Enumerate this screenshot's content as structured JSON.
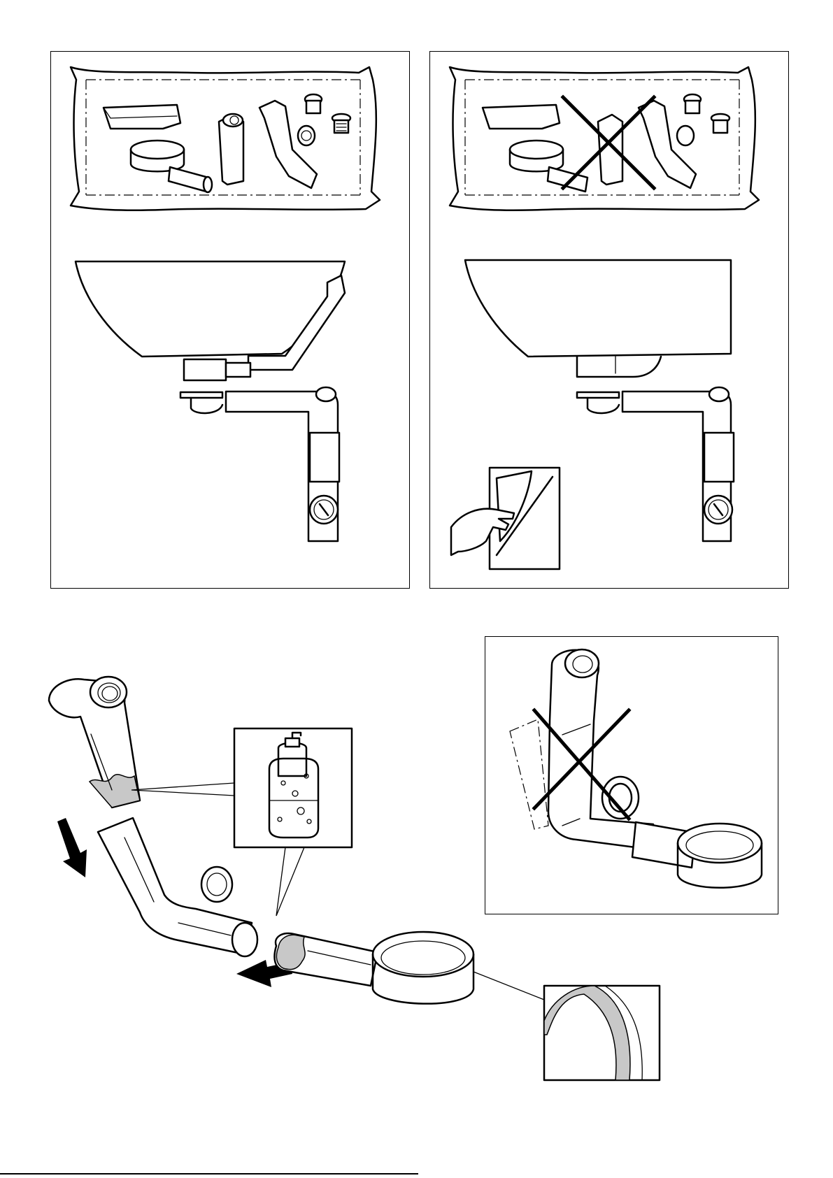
{
  "figures": [
    {
      "id": "step-1",
      "kind": "package-contents-and-siphon-assembly"
    },
    {
      "id": "step-2",
      "kind": "package-contents-crossed-out-and-instructions"
    },
    {
      "id": "step-3",
      "kind": "apply-lubricant-and-join-pipes"
    },
    {
      "id": "step-4",
      "kind": "incorrect-angled-assembly-crossed-out"
    }
  ],
  "icons": [
    "sink-basin-icon",
    "siphon-pipe-icon",
    "crossed-out-icon",
    "instruction-leaflet-icon",
    "hand-icon",
    "soap-dispenser-icon",
    "arrow-icon",
    "magnified-seal-detail-icon"
  ],
  "colors": {
    "line": "#000000",
    "background": "#ffffff",
    "lubricant": "#c8c8c8"
  }
}
